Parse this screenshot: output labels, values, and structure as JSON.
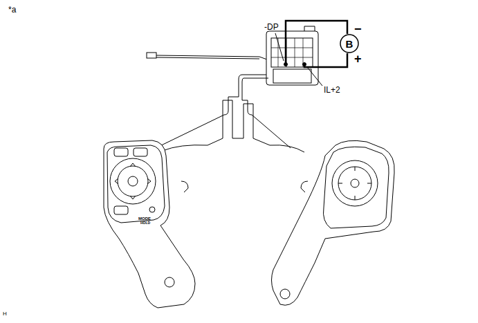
{
  "diagram": {
    "nodes": [
      {
        "text": [
          "B"
        ]
      }
    ],
    "edges": [],
    "labels": [
      "*a",
      "-DP",
      "IL+2",
      "−",
      "+",
      "H",
      "MODE",
      "HOLD"
    ]
  }
}
